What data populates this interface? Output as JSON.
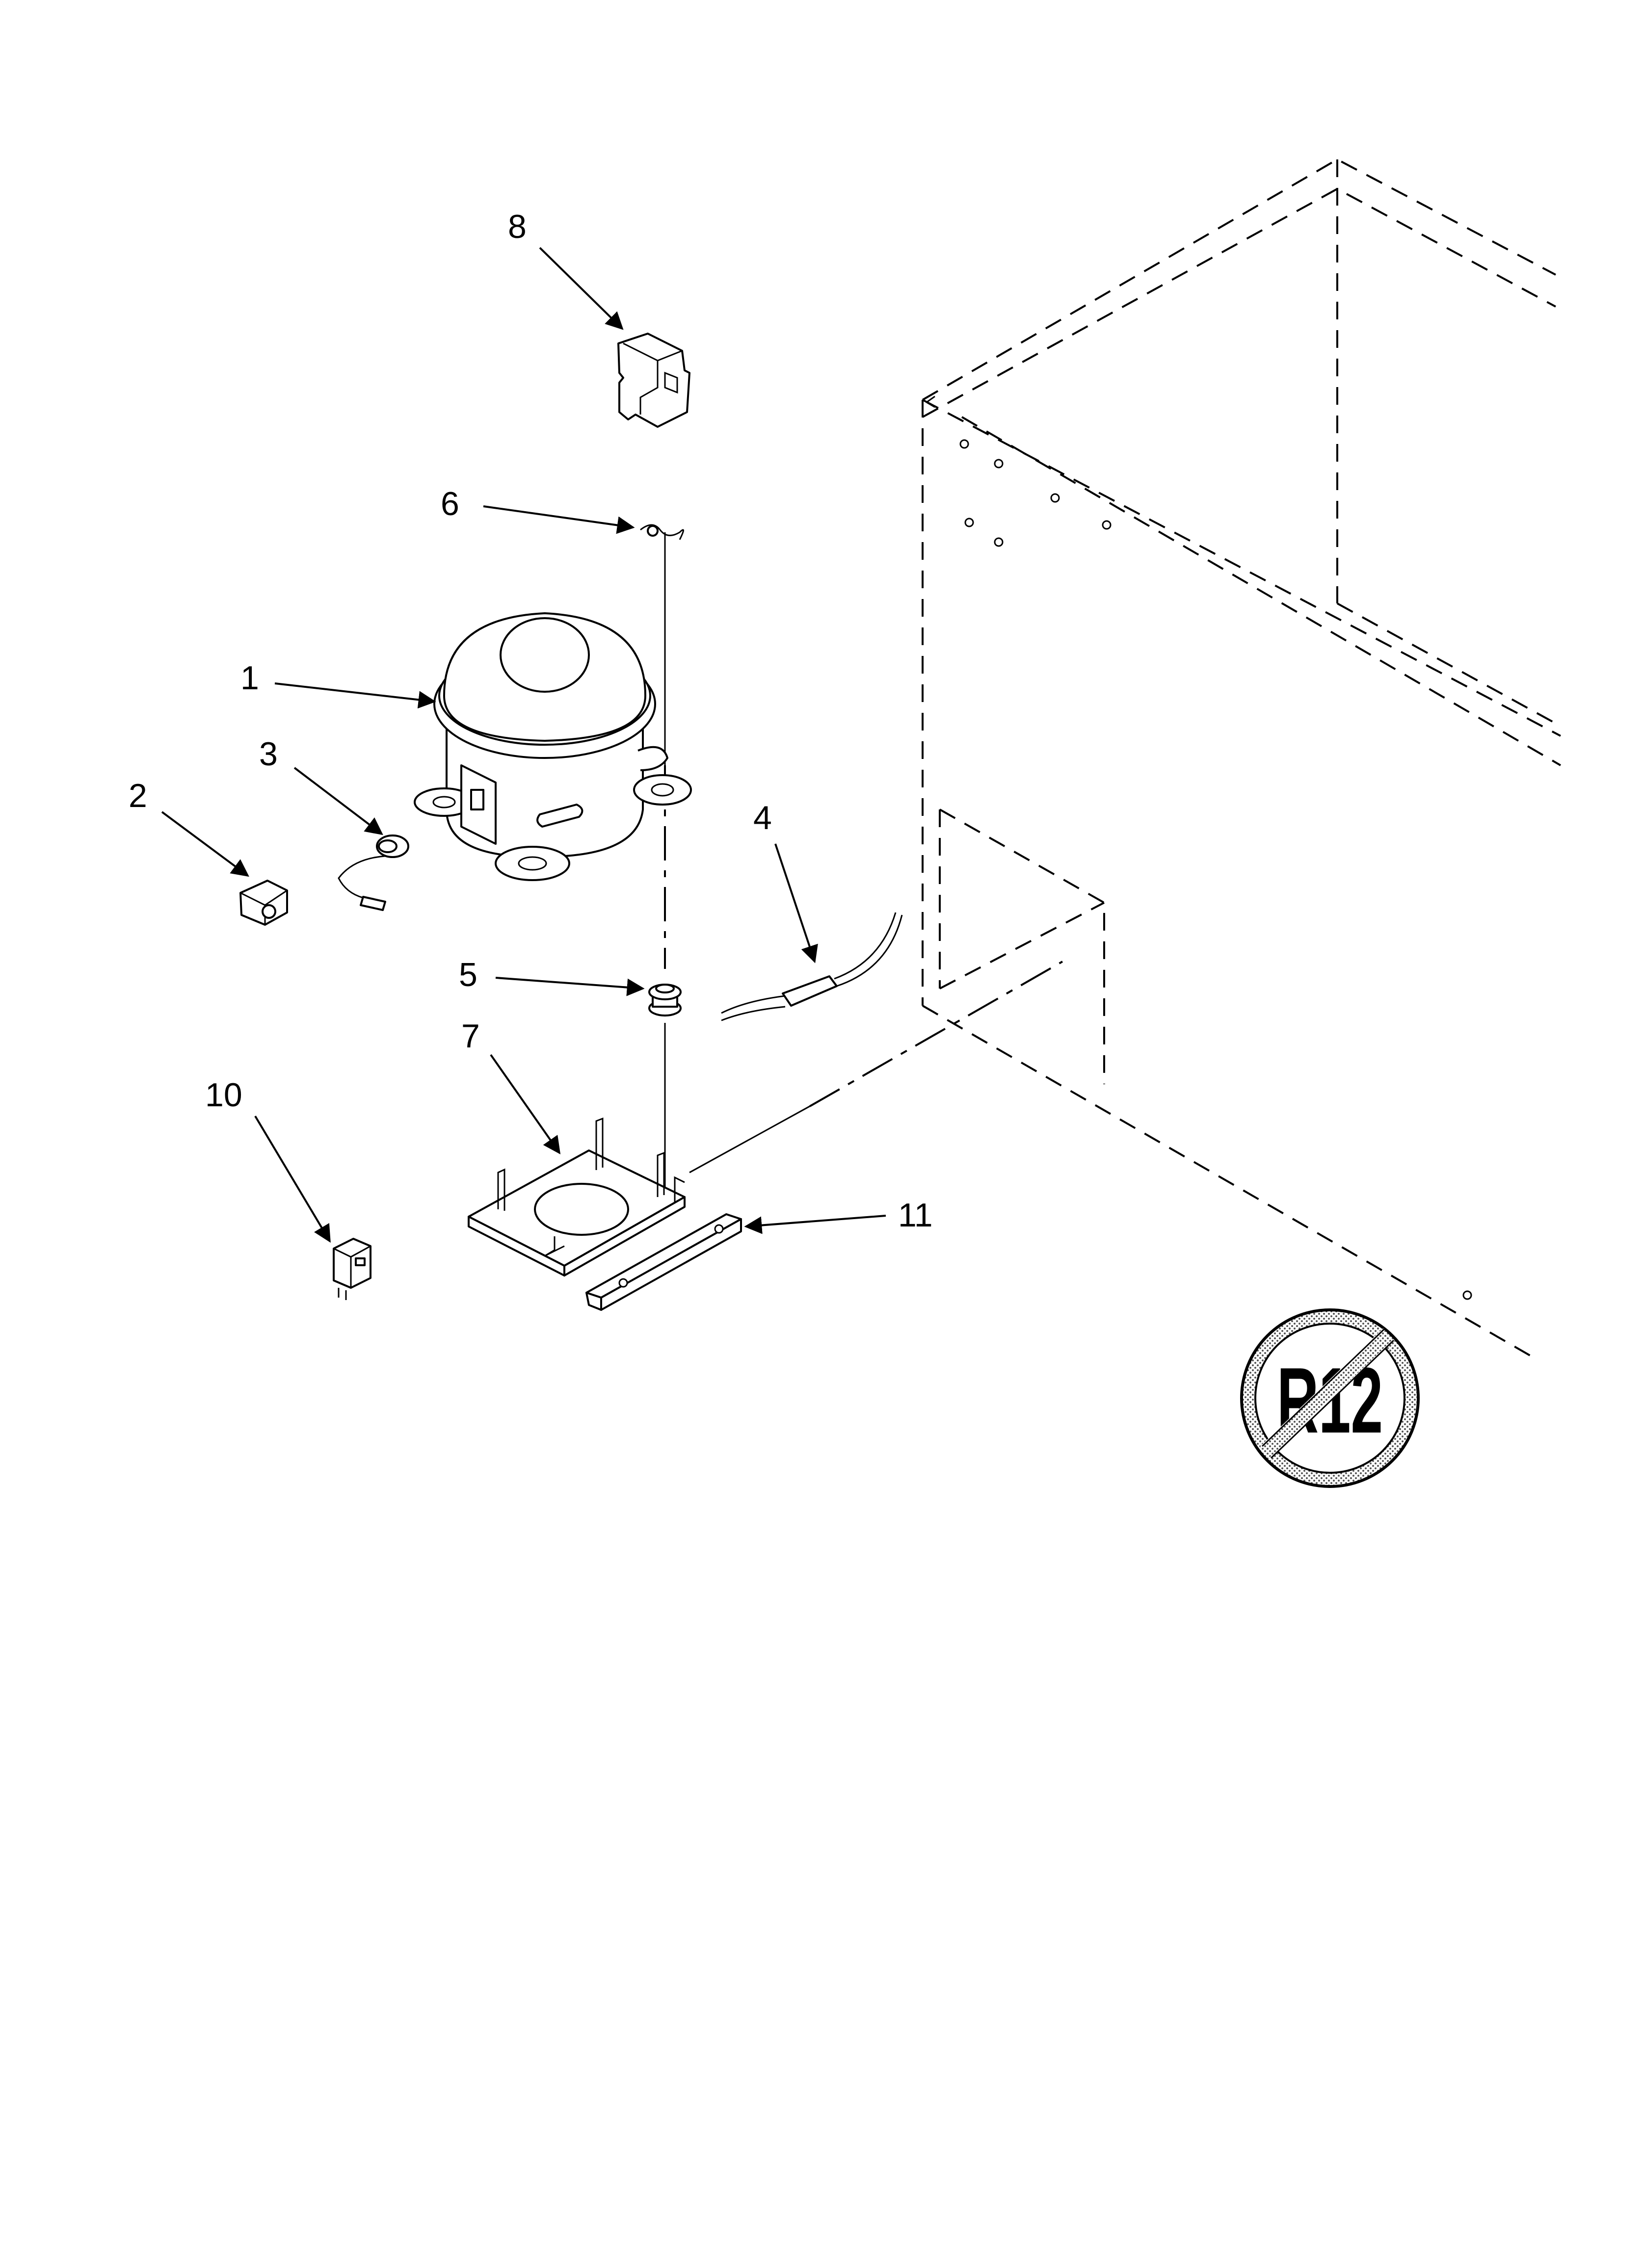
{
  "diagram": {
    "callouts": {
      "c1": "1",
      "c2": "2",
      "c3": "3",
      "c4": "4",
      "c5": "5",
      "c6": "6",
      "c7": "7",
      "c8": "8",
      "c10": "10",
      "c11": "11"
    },
    "badge": {
      "text": "R12"
    }
  }
}
